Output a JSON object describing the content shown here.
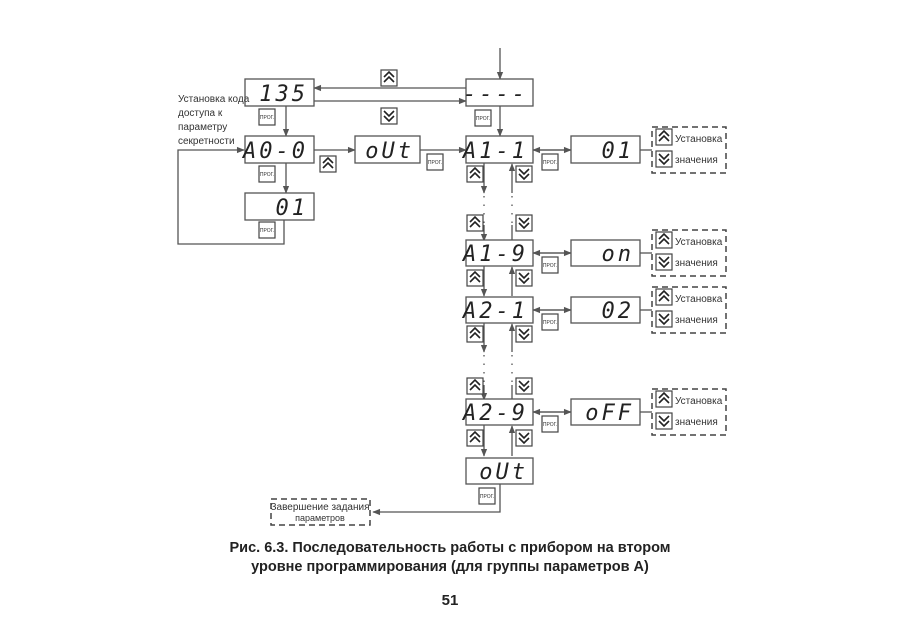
{
  "figure": {
    "caption_line1": "Рис. 6.3. Последовательность работы с прибором на втором",
    "caption_line2": "уровне программирования (для группы параметров А)",
    "page_number": "51"
  },
  "displays": {
    "access_code": "135",
    "dashes": "----",
    "a0": "A0-0",
    "a0_value": "01",
    "out_top": "oUt",
    "a1_1": "A1-1",
    "a1_1_value": "01",
    "a1_9": "A1-9",
    "a1_9_value": "on",
    "a2_1": "A2-1",
    "a2_1_value": "02",
    "a2_9": "A2-9",
    "a2_9_value": "oFF",
    "out_bottom": "oUt"
  },
  "labels": {
    "access_code_note": [
      "Установка кода",
      "доступа к",
      "параметру",
      "секретности"
    ],
    "set_value_line1": "Установка",
    "set_value_line2": "значения",
    "finish_line1": "Завершение задания",
    "finish_line2": "параметров",
    "prog_button": "ПРОГ."
  },
  "icons": {
    "up": "double-chevron-up-icon",
    "down": "double-chevron-down-icon"
  }
}
